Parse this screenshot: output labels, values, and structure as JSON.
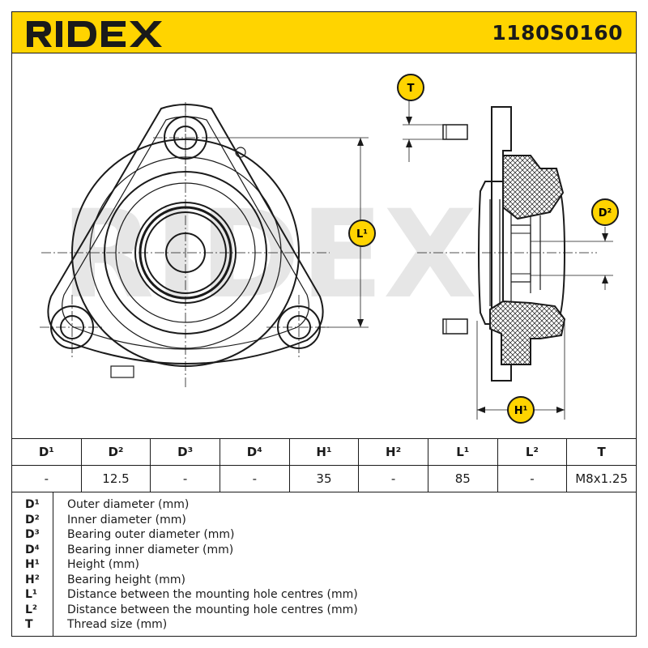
{
  "header": {
    "brand": "RIDEX",
    "part_number": "1180S0160"
  },
  "drawing": {
    "watermark": "RIDEX",
    "labels": {
      "t": "T",
      "l1": "L¹",
      "d2": "D²",
      "h1": "H¹"
    }
  },
  "dimensions": {
    "headers": [
      "D¹",
      "D²",
      "D³",
      "D⁴",
      "H¹",
      "H²",
      "L¹",
      "L²",
      "T"
    ],
    "values": [
      "-",
      "12.5",
      "-",
      "-",
      "35",
      "-",
      "85",
      "-",
      "M8x1.25"
    ]
  },
  "legend": [
    {
      "code": "D¹",
      "text": "Outer diameter (mm)"
    },
    {
      "code": "D²",
      "text": "Inner diameter (mm)"
    },
    {
      "code": "D³",
      "text": "Bearing outer diameter (mm)"
    },
    {
      "code": "D⁴",
      "text": "Bearing inner diameter (mm)"
    },
    {
      "code": "H¹",
      "text": "Height (mm)"
    },
    {
      "code": "H²",
      "text": "Bearing height (mm)"
    },
    {
      "code": "L¹",
      "text": "Distance between the mounting hole centres (mm)"
    },
    {
      "code": "L²",
      "text": "Distance between the mounting hole centres (mm)"
    },
    {
      "code": "T",
      "text": "Thread size (mm)"
    }
  ],
  "colors": {
    "brand_yellow": "#ffd400",
    "ink": "#1a1a1a",
    "watermark": "#e6e6e6"
  }
}
